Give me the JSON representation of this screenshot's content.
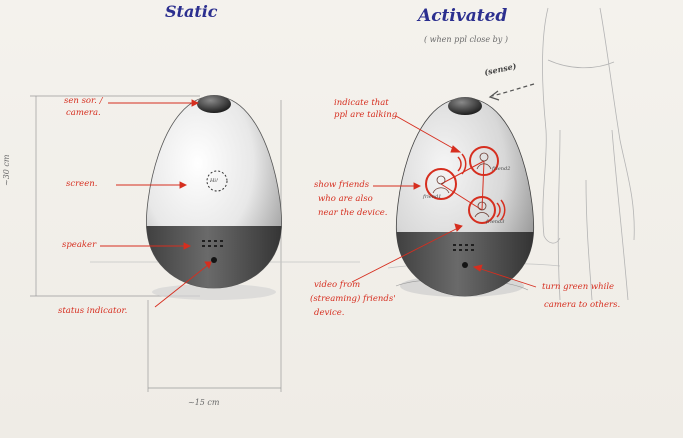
{
  "titles": {
    "static": "Static",
    "activated": "Activated",
    "activated_note": "( when ppl close by )"
  },
  "left_labels": {
    "sensor_line1": "sen sor. /",
    "sensor_line2": "camera.",
    "screen": "screen.",
    "speaker": "speaker",
    "status": "status indicator."
  },
  "left_device": {
    "screen_text": "Hi!"
  },
  "dimensions": {
    "height": "~30 cm",
    "width": "~15 cm"
  },
  "right_labels": {
    "indicate_line1": "indicate that",
    "indicate_line2": "ppl are talking",
    "show_line1": "show friends",
    "show_line2": "who are also",
    "show_line3": "near the device.",
    "video_line1": "video from",
    "video_line2": "(streaming) friends'",
    "video_line3": "device.",
    "green_line1": "turn green while",
    "green_line2": "camera to others.",
    "sense": "(sense)"
  },
  "right_device": {
    "friend_1": "friend1",
    "friend_2": "friend2",
    "friend_3": "friend3"
  },
  "colors": {
    "ink_red": "#d62e1f",
    "ink_blue": "#2b2f8f",
    "device_dark": "#4a4a4a",
    "device_light": "#e9e9e9"
  }
}
